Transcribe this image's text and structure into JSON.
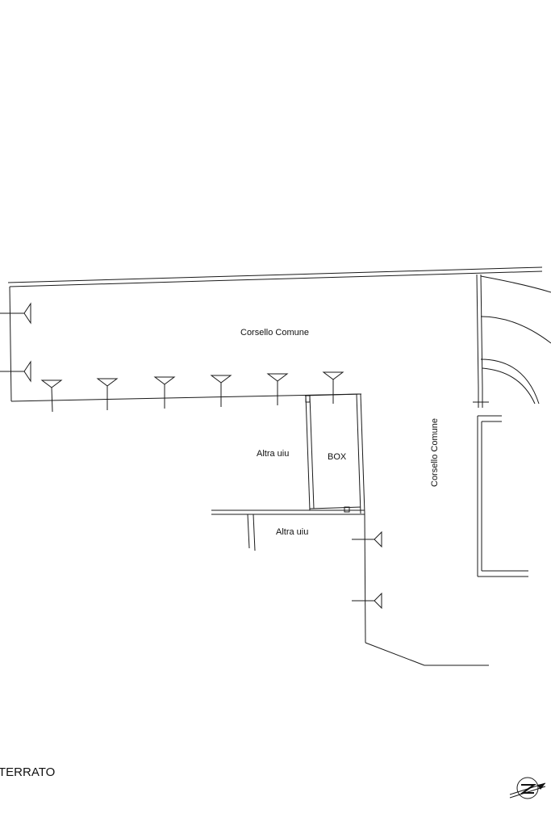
{
  "labels": {
    "corsello_top": "Corsello Comune",
    "corsello_right": "Corsello Comune",
    "altra_uiu_1": "Altra uiu",
    "altra_uiu_2": "Altra uiu",
    "box": "BOX",
    "floor_title": "TERRATO"
  },
  "icons": {
    "north_arrow": "north-arrow-icon",
    "column_marker": "triangle-column-marker-icon"
  }
}
